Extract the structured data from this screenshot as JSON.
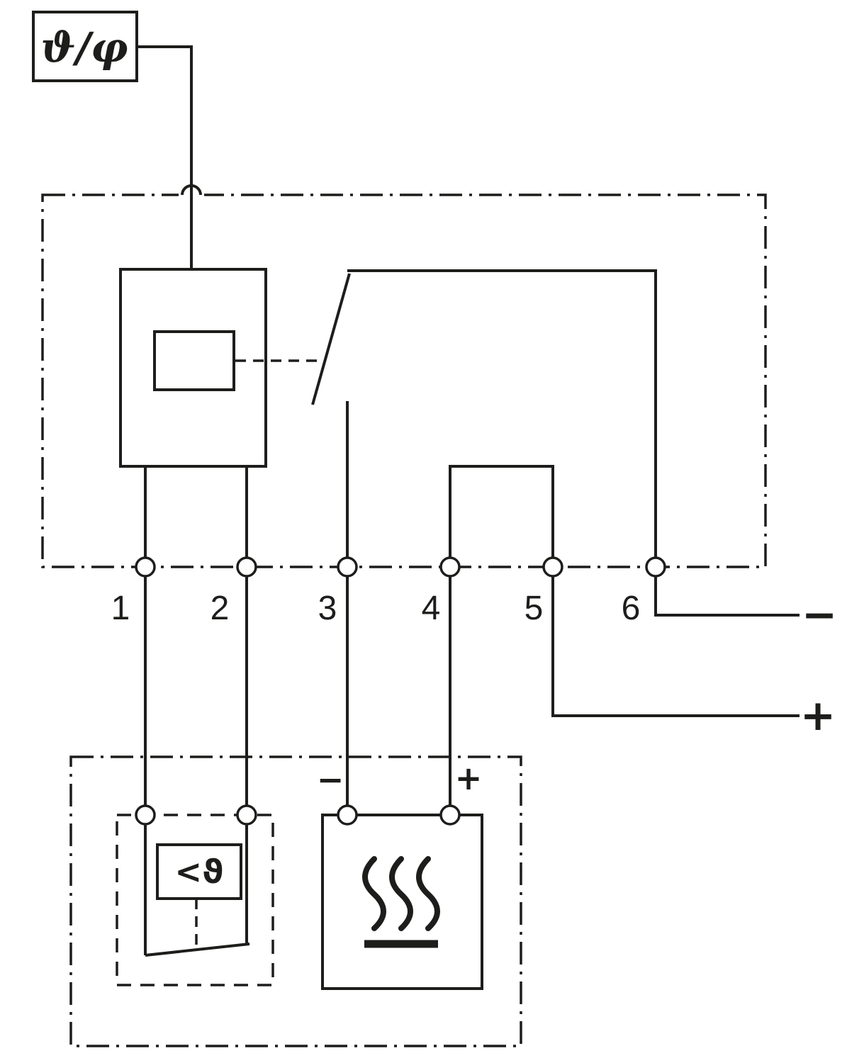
{
  "diagram": {
    "sensor": {
      "label": "ϑ/φ",
      "icon": "temperature-humidity-sensor-icon"
    },
    "controller": {
      "icon": "relay-coil-and-switch-icon"
    },
    "terminals": [
      {
        "number": "1"
      },
      {
        "number": "2"
      },
      {
        "number": "3"
      },
      {
        "number": "4"
      },
      {
        "number": "5"
      },
      {
        "number": "6"
      }
    ],
    "supply": {
      "minus_label": "−",
      "plus_label": "+"
    },
    "heater": {
      "minus_label": "−",
      "plus_label": "+",
      "icon": "heating-element-icon"
    },
    "thermostat": {
      "label": "<ϑ",
      "icon": "thermostat-contact-icon"
    },
    "colors": {
      "line": "#1d1d1b",
      "background": "#ffffff"
    }
  }
}
